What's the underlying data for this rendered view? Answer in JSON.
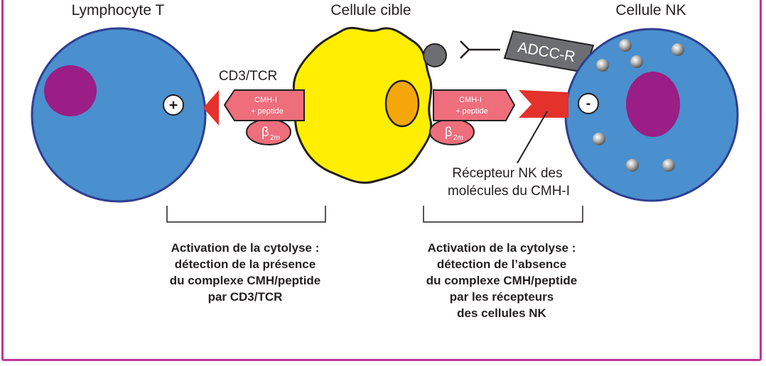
{
  "titles": {
    "t_cell": "Lymphocyte T",
    "target_cell": "Cellule cible",
    "nk_cell": "Cellule NK"
  },
  "labels": {
    "cd3_tcr": "CD3/TCR",
    "cmh_line1": "CMH-I",
    "cmh_line2": "+ peptide",
    "beta": "β",
    "beta_sub": "2m",
    "plus": "+",
    "minus": "-",
    "adcc": "ADCC-R",
    "nk_receptor_line1": "Récepteur NK des",
    "nk_receptor_line2": "molécules du CMH-I"
  },
  "captions": {
    "left": [
      "Activation de la cytolyse :",
      "détection de la présence",
      "du complexe CMH/peptide",
      "par CD3/TCR"
    ],
    "right": [
      "Activation de la cytolyse :",
      "détection de l’absence",
      "du complexe CMH/peptide",
      "par les récepteurs",
      "des cellules NK"
    ]
  },
  "colors": {
    "frame": "#c0329c",
    "cell_blue": "#4a8fce",
    "cell_outline": "#2e3f91",
    "nucleus": "#9b1d86",
    "target_yellow": "#ffee00",
    "target_nucleus": "#f5a70a",
    "mhc_pink": "#ee6e7c",
    "receptor_red": "#e4312b",
    "adcc_gray": "#6d6e71",
    "granule_gray": "#8f8f8f"
  }
}
